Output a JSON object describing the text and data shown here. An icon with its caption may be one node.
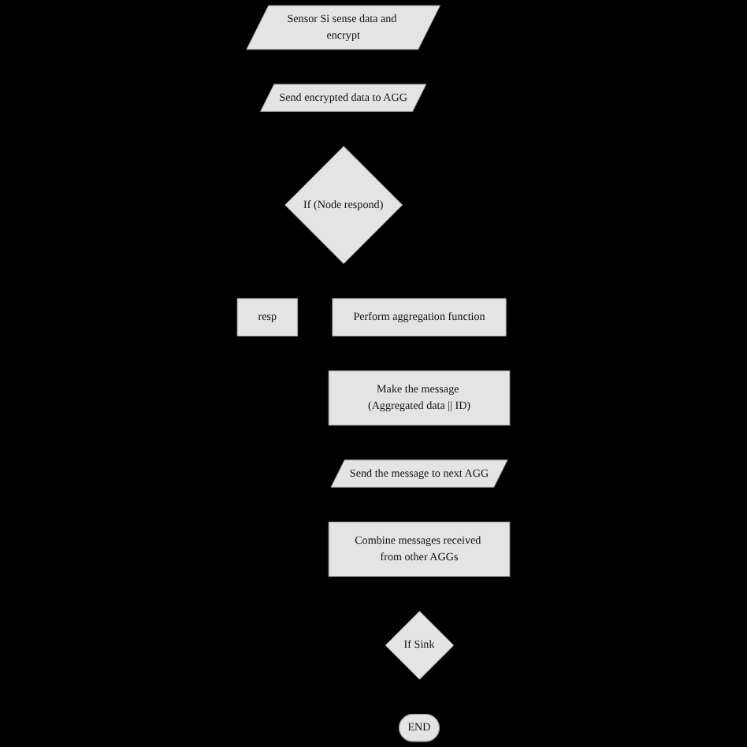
{
  "diagram": {
    "nodes": [
      {
        "text": [
          "Sensor Si sense data and encrypt"
        ]
      },
      {
        "text": [
          "Send encrypted data to AGG"
        ]
      },
      {
        "text": [
          "If (Node respond)"
        ]
      },
      {
        "text": [
          "resp"
        ]
      },
      {
        "text": [
          "Perform aggregation function"
        ]
      },
      {
        "text": [
          "Make the message (Aggregated data || ID)"
        ]
      },
      {
        "text": [
          "Send the message to next AGG"
        ]
      },
      {
        "text": [
          "Combine messages received from other AGGs"
        ]
      },
      {
        "text": [
          "If Sink"
        ]
      },
      {
        "text": [
          "END"
        ]
      }
    ]
  }
}
